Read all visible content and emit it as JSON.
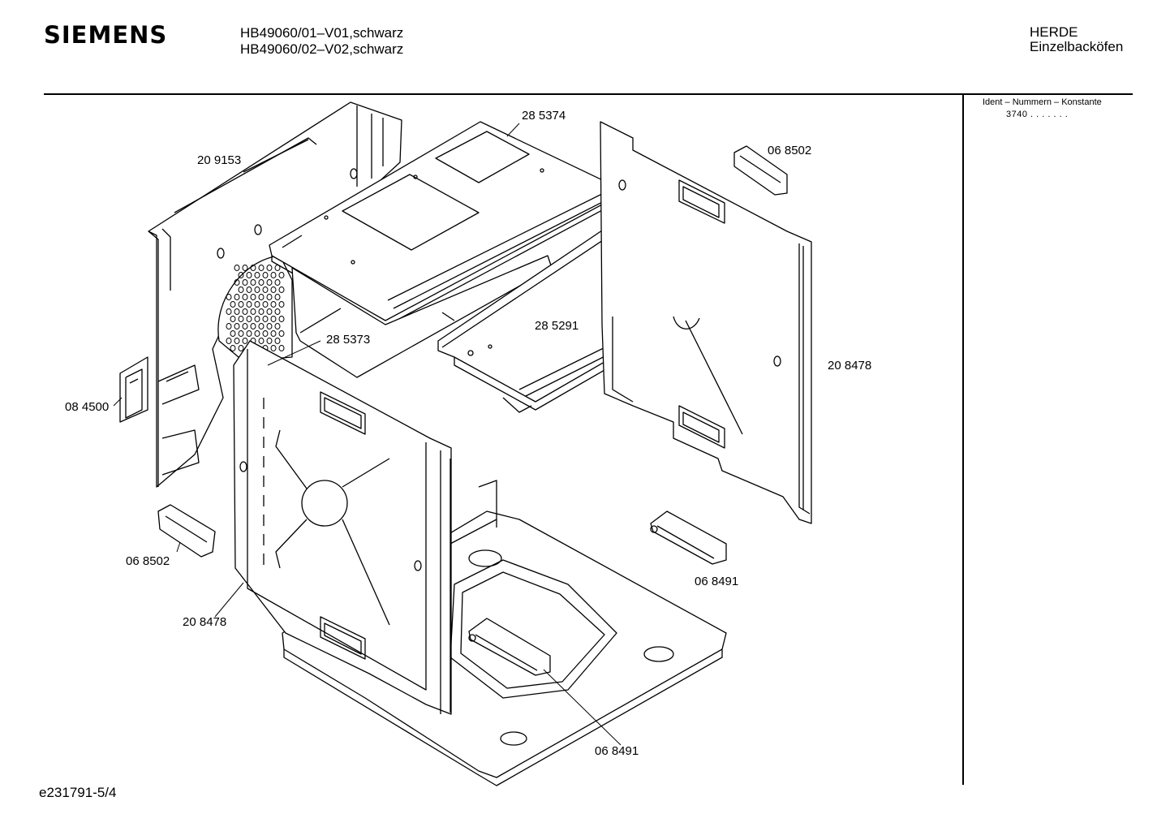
{
  "header": {
    "brand": "SIEMENS",
    "models": [
      "HB49060/01–V01,schwarz",
      "HB49060/02–V02,schwarz"
    ],
    "category": [
      "HERDE",
      "Einzelbacköfen"
    ]
  },
  "ident": {
    "heading": "Ident – Nummern – Konstante",
    "value": "3740 . . . . . . ."
  },
  "parts": [
    {
      "id": "top-cover",
      "number": "28 5374"
    },
    {
      "id": "left-back-panel",
      "number": "20 9153"
    },
    {
      "id": "right-handle",
      "number": "06 8502"
    },
    {
      "id": "inner-top",
      "number": "28 5373"
    },
    {
      "id": "rail-plate",
      "number": "28 5291"
    },
    {
      "id": "right-side-panel",
      "number": "20 8478"
    },
    {
      "id": "left-connector",
      "number": "08 4500"
    },
    {
      "id": "left-handle",
      "number": "06 8502"
    },
    {
      "id": "left-side-panel",
      "number": "20 8478"
    },
    {
      "id": "right-bracket",
      "number": "06 8491"
    },
    {
      "id": "bottom-bracket",
      "number": "06 8491"
    }
  ],
  "footer": {
    "code": "e231791-5/4"
  }
}
